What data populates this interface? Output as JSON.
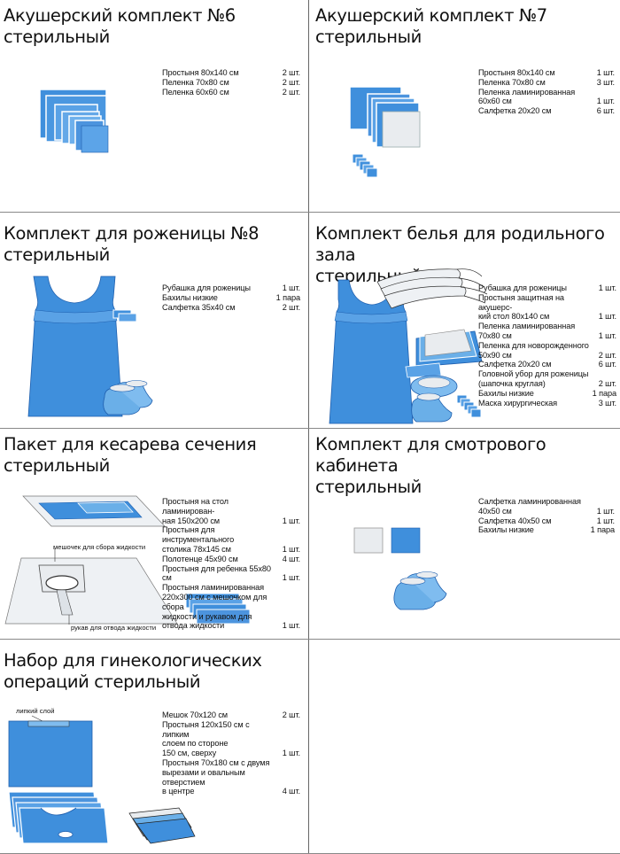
{
  "panels": [
    {
      "title_line1": "Акушерский комплект №6",
      "title_line2": "стерильный",
      "items": [
        {
          "name": "Простыня 80x140 см",
          "qty": "2 шт."
        },
        {
          "name": "Пеленка 70x80 см",
          "qty": "2 шт."
        },
        {
          "name": "Пеленка 60x60 см",
          "qty": "2 шт."
        }
      ]
    },
    {
      "title_line1": "Акушерский комплект №7",
      "title_line2": "стерильный",
      "items": [
        {
          "name": "Простыня 80x140 см",
          "qty": "1 шт."
        },
        {
          "name": "Пеленка 70x80 см",
          "qty": "3 шт."
        },
        {
          "name": "Пеленка ламинированная\n60x60 см",
          "qty": "1 шт."
        },
        {
          "name": "Салфетка 20x20 см",
          "qty": "6 шт."
        }
      ]
    },
    {
      "title_line1": "Комплект для роженицы №8",
      "title_line2": "стерильный",
      "items": [
        {
          "name": "Рубашка для роженицы",
          "qty": "1 шт."
        },
        {
          "name": "Бахилы низкие",
          "qty": "1 пара"
        },
        {
          "name": "Салфетка 35x40 см",
          "qty": "2 шт."
        }
      ]
    },
    {
      "title_line1": "Комплект белья для родильного зала",
      "title_line2": "стерильный",
      "items": [
        {
          "name": "Рубашка для роженицы",
          "qty": "1 шт."
        },
        {
          "name": "Простыня защитная на акушерс-\nкий стол 80x140 см",
          "qty": "1 шт."
        },
        {
          "name": "Пеленка ламинированная\n70x80 см",
          "qty": "1 шт."
        },
        {
          "name": "Пеленка для новорожденного\n50x90 см",
          "qty": "2 шт."
        },
        {
          "name": "Салфетка 20x20 см",
          "qty": "6 шт."
        },
        {
          "name": "Головной убор для роженицы\n(шапочка круглая)",
          "qty": "2 шт."
        },
        {
          "name": "Бахилы низкие",
          "qty": "1 пара"
        },
        {
          "name": "Маска хирургическая",
          "qty": "3 шт."
        }
      ]
    },
    {
      "title_line1": "Пакет для кесарева сечения",
      "title_line2": "стерильный",
      "items": [
        {
          "name": "Простыня на стол ламинирован-\nная 150x200 см",
          "qty": "1 шт."
        },
        {
          "name": "Простыня для инструментального\nстолика 78x145 см",
          "qty": "1 шт."
        },
        {
          "name": "Полотенце 45x90 см",
          "qty": "4 шт."
        },
        {
          "name": "Простыня для ребенка 55x80 см",
          "qty": "1 шт."
        },
        {
          "name": "Простыня ламинированная\n220x300 см с мешочком для сбора\nжидкости и рукавом для\nотвода жидкости",
          "qty": "1 шт."
        }
      ],
      "label_pouch": "мешочек для сбора жидкости",
      "label_sleeve": "рукав для отвода жидкости"
    },
    {
      "title_line1": "Комплект для смотрового кабинета",
      "title_line2": "стерильный",
      "items": [
        {
          "name": "Салфетка ламинированная\n40x50 см",
          "qty": "1 шт."
        },
        {
          "name": "Салфетка 40x50 см",
          "qty": "1 шт."
        },
        {
          "name": "Бахилы низкие",
          "qty": "1 пара"
        }
      ]
    },
    {
      "title_line1": "Набор для гинекологических",
      "title_line2": "операций стерильный",
      "items": [
        {
          "name": "Мешок  70x120 см",
          "qty": "2 шт."
        },
        {
          "name": "Простыня 120x150 см с липким\nслоем по стороне\n150 см, сверху",
          "qty": "1 шт."
        },
        {
          "name": "Простыня 70x180 см с двумя\nвырезами и овальным отверстием\nв центре",
          "qty": "4 шт."
        }
      ],
      "label_adhesive": "липкий слой"
    }
  ],
  "colors": {
    "blue": "#3f8fdc",
    "blue_light": "#7fbcef",
    "blue_dark": "#1f5fae",
    "gray_sheet": "#e9ecef"
  }
}
